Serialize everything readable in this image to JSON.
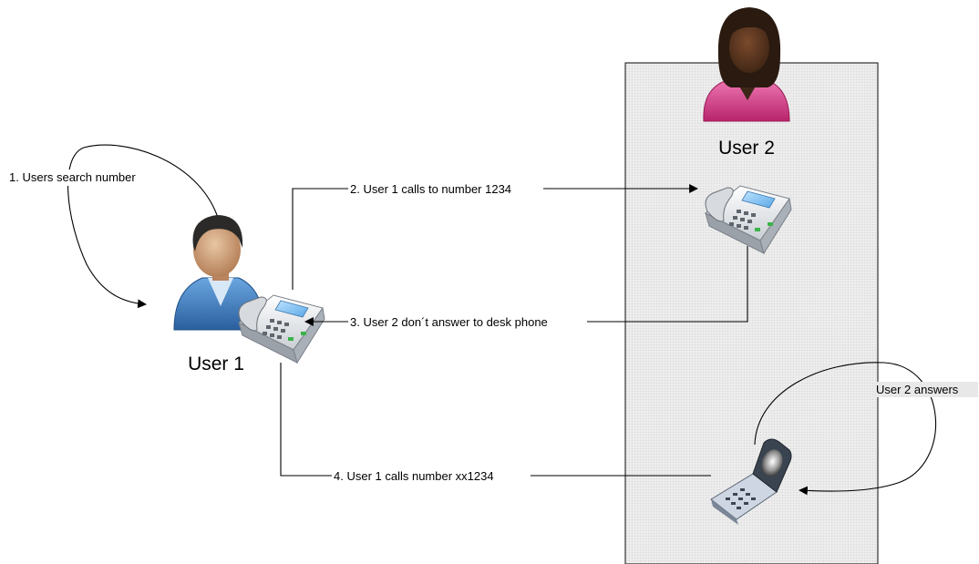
{
  "users": {
    "user1": {
      "label": "User 1"
    },
    "user2": {
      "label": "User 2"
    }
  },
  "steps": {
    "search": "1. Users search number",
    "call_desk": "2. User 1 calls to number 1234",
    "no_answer": "3. User 2 don´t answer to desk phone",
    "call_mobile": "4. User 1 calls number xx1234",
    "answer": "User 2 answers"
  },
  "icons": {
    "user1": "male-user-icon",
    "user2": "female-user-icon",
    "user1_phone": "desk-phone-icon",
    "user2_phone": "desk-phone-icon",
    "user2_mobile": "flip-mobile-phone-icon"
  },
  "colors": {
    "zone_fill": "#e6e6e6",
    "user1_shirt": "#3f7fc2",
    "user2_shirt": "#d9408a"
  }
}
